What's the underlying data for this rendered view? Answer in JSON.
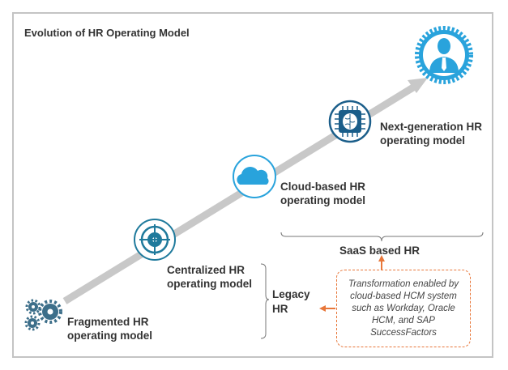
{
  "title": "Evolution of HR Operating Model",
  "stages": [
    {
      "line1": "Fragmented HR",
      "line2": "operating model",
      "icon": "gears-icon"
    },
    {
      "line1": "Centralized HR",
      "line2": "operating model",
      "icon": "target-icon"
    },
    {
      "line1": "Cloud-based HR",
      "line2": "operating model",
      "icon": "cloud-icon"
    },
    {
      "line1": "Next-generation HR",
      "line2": "operating model",
      "icon": "chip-brain-icon"
    }
  ],
  "groups": {
    "legacy_line1": "Legacy",
    "legacy_line2": "HR",
    "saas": "SaaS based HR"
  },
  "note": "Transformation enabled by cloud-based HCM system such as Workday, Oracle HCM, and SAP SuccessFactors",
  "colors": {
    "blue": "#29a3dc",
    "dark_blue": "#1b5e8a",
    "teal": "#1f7a9c",
    "orange": "#e8773a",
    "arrow": "#c8c8c8"
  }
}
